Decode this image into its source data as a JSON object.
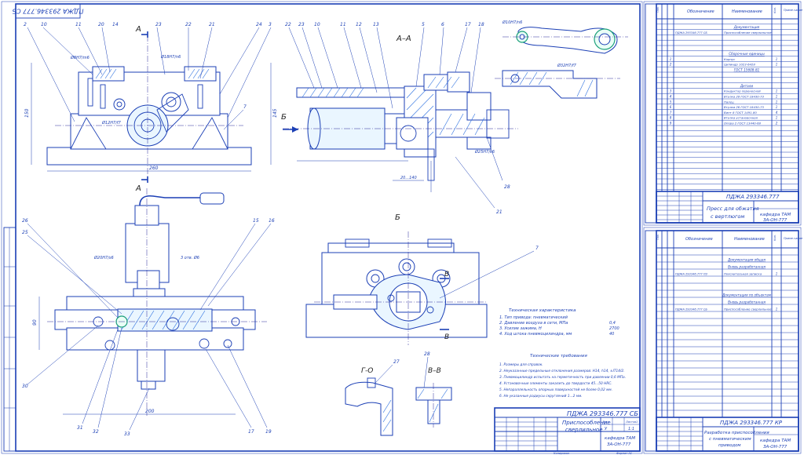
{
  "stamp_rotated": "ПДЖА 293346.777 СБ",
  "section_labels": {
    "a_arrow_top": "А",
    "a_arrow_bottom": "А",
    "aa_title": "А–А",
    "b_arrow": "Б",
    "b_title": "Б",
    "v_label_1": "В",
    "v_label_2": "В",
    "vv_title": "В–В",
    "go_title": "Г-О"
  },
  "notes": {
    "tech_spec_title": "Техническая характеристика",
    "tech_spec": [
      "1. Тип привода: пневматический",
      "2. Давление воздуха в сети, МПа",
      "3. Усилие зажима, Н",
      "4. Ход штока пневмоцилиндра, мм"
    ],
    "tech_spec_values": [
      "",
      "0,4",
      "2700",
      "40"
    ],
    "tech_req_title": "Технические требования",
    "tech_req": [
      "1. Размеры для справок.",
      "2. Неуказанные предельные отклонения размеров: Н14, h14, ±IT14/2.",
      "3. Пневмоцилиндр испытать на герметичность при давлении 0,6 МПа.",
      "4. Установочные элементы закалить до твердости 45...50 HRC.",
      "5. Непараллельность опорных поверхностей не более 0,02 мм.",
      "6. Не указанные радиусы скруглений 1...2 мм."
    ]
  },
  "title_block_main": {
    "code": "ПДЖА 293346.777 СБ",
    "name_line1": "Приспособление",
    "name_line2": "сверлильное",
    "org_line1": "кафедра ТАМ",
    "org_line2": "ЗА-ОН-777",
    "lit": "У",
    "mass": "",
    "scale": "1:1",
    "sheet_label": "Лист",
    "sheets_label": "Листов",
    "sheets": "1",
    "copied": "Копировал",
    "format": "Формат А1"
  },
  "spec1": {
    "headers": [
      "Поз.",
      "Обозначение",
      "Наименование",
      "Кол.",
      "Приме-чание"
    ],
    "rows": [
      {
        "pos": "",
        "code": "",
        "name": "Документация",
        "qty": ""
      },
      {
        "pos": "",
        "code": "ПДЖА 293346.777 СБ",
        "name": "Приспособление сверлильное",
        "qty": ""
      },
      {
        "pos": "",
        "code": "",
        "name": "Сборочные единицы",
        "qty": ""
      },
      {
        "pos": "1",
        "code": "",
        "name": "Корпус",
        "qty": "1"
      },
      {
        "pos": "2",
        "code": "",
        "name": "Цилиндр 1023-6428",
        "qty": "1"
      },
      {
        "pos": "",
        "code": "",
        "name": "ГОСТ 15608-81",
        "qty": ""
      },
      {
        "pos": "",
        "code": "",
        "name": "Детали",
        "qty": ""
      },
      {
        "pos": "3",
        "code": "",
        "name": "Кондуктор переносной",
        "qty": "1"
      },
      {
        "pos": "4",
        "code": "",
        "name": "Втулка 28 ГОСТ 18430-73",
        "qty": "1"
      },
      {
        "pos": "5",
        "code": "",
        "name": "Палец",
        "qty": "1"
      },
      {
        "pos": "6",
        "code": "",
        "name": "Втулка 26 ГОСТ 18430-73",
        "qty": "1"
      },
      {
        "pos": "7",
        "code": "",
        "name": "Винт 8 ГОСТ 1491-80",
        "qty": "4"
      },
      {
        "pos": "8",
        "code": "",
        "name": "Втулка установочная",
        "qty": "1"
      },
      {
        "pos": "9",
        "code": "",
        "name": "Опора 2 ГОСТ 13440-68",
        "qty": "2"
      }
    ],
    "tb_code": "ПДЖА 293346.777",
    "tb_name_line1": "Пресс для обжатия",
    "tb_name_line2": "с вертлюгом",
    "tb_org_line1": "кафедра ТАМ",
    "tb_org_line2": "ЗА-ОН-777"
  },
  "spec2": {
    "headers": [
      "Поз.",
      "Обозначение",
      "Наименование",
      "Кол.",
      "Приме-чание"
    ],
    "rows": [
      {
        "pos": "",
        "code": "",
        "name": "Документация общая",
        "qty": ""
      },
      {
        "pos": "",
        "code": "",
        "name": "Вновь разработанная",
        "qty": ""
      },
      {
        "pos": "",
        "code": "ПДЖА 293346.777 ПЗ",
        "name": "Пояснительная записка",
        "qty": "1"
      },
      {
        "pos": "",
        "code": "",
        "name": "Документация по объектам",
        "qty": ""
      },
      {
        "pos": "",
        "code": "",
        "name": "Вновь разработанная",
        "qty": ""
      },
      {
        "pos": "",
        "code": "ПДЖА 293346.777 СБ",
        "name": "Приспособление сверлильное",
        "qty": "1"
      }
    ],
    "tb_code": "ПДЖА 293346.777 КР",
    "tb_name_line1": "Разработка приспособления",
    "tb_name_line2": "с пневматическим",
    "tb_name_line3": "приводом",
    "tb_org_line1": "кафедра ТАМ",
    "tb_org_line2": "ЗА-ОН-777"
  },
  "pos_numbers": {
    "top_left": [
      "2",
      "10",
      "11",
      "20",
      "14",
      "22",
      "21",
      "23",
      "24",
      "3",
      "7"
    ],
    "section": [
      "22",
      "23",
      "10",
      "11",
      "12",
      "13",
      "5",
      "6",
      "17",
      "18",
      "28",
      "21"
    ],
    "bottom_left": [
      "26",
      "25",
      "30",
      "31",
      "32",
      "33",
      "16",
      "15",
      "19",
      "17"
    ],
    "view_b": [
      "7"
    ],
    "detail": [
      "27",
      "28"
    ]
  },
  "dims": {
    "top_width": "260",
    "top_height": "145",
    "section_len": "20...140",
    "bottom_width": "200",
    "bottom_height": "90",
    "left_height": "150",
    "d1": "Ø8H7/m6",
    "d2": "Ø12H7/f7",
    "d3": "Ø18H7/n6",
    "d4": "Ø25H7/k6",
    "d5": "Ø10H7/n6",
    "d6": "Ø32H7/f7",
    "d7": "Ø20H7/s6",
    "d8": "3 отв. Ø6"
  }
}
